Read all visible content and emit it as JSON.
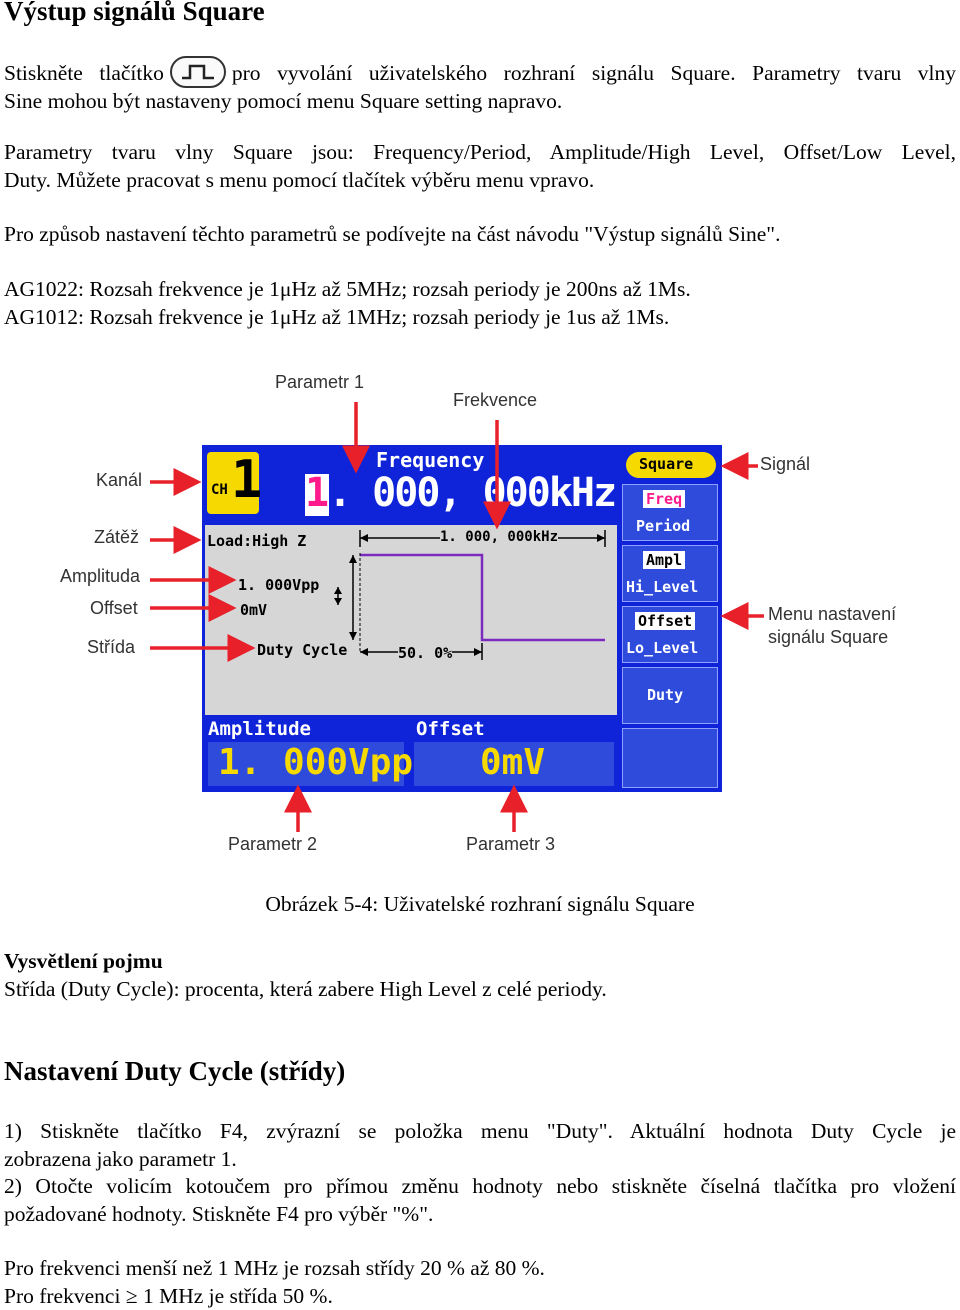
{
  "title": "Výstup signálů Square",
  "para1": {
    "before": "Stiskněte tlačítko",
    "after_line1": "pro vyvolání uživatelského rozhraní signálu Square. Parametry tvaru vlny",
    "line2": "Sine mohou být nastaveny pomocí menu Square setting napravo."
  },
  "para2": {
    "line1": "Parametry tvaru vlny Square jsou: Frequency/Period, Amplitude/High Level, Offset/Low Level,",
    "line2": "Duty. Můžete pracovat s menu pomocí tlačítek výběru menu vpravo."
  },
  "para3": "Pro způsob nastavení těchto parametrů se podívejte na část návodu \"Výstup signálů Sine\".",
  "para4": {
    "line1": "AG1022: Rozsah frekvence je 1μHz až 5MHz; rozsah periody je 200ns až 1Ms.",
    "line2": "AG1012: Rozsah frekvence je 1μHz až 1MHz; rozsah periody je 1us až 1Ms."
  },
  "figure": {
    "labels": {
      "parametr1": "Parametr 1",
      "frekvence": "Frekvence",
      "kanal": "Kanál",
      "zatez": "Zátěž",
      "amplituda": "Amplituda",
      "offset": "Offset",
      "strida": "Střída",
      "signal": "Signál",
      "menu_line1": "Menu nastavení",
      "menu_line2": "signálu Square",
      "parametr2": "Parametr 2",
      "parametr3": "Parametr 3"
    },
    "screen": {
      "ch_number": "1",
      "ch_label": "CH",
      "freq_title": "Frequency",
      "freq_first_digit": "1",
      "freq_rest": ". 000, 000kHz",
      "load": "Load:High Z",
      "period_readout": "1. 000, 000kHz",
      "amp_readout": "1. 000Vpp",
      "offset_readout": "0mV",
      "duty_label": "Duty Cycle",
      "duty_value": "50. 0%",
      "menu": {
        "signal": "Square",
        "freq": "Freq",
        "period": "Period",
        "ampl": "Ampl",
        "hi_level": "Hi_Level",
        "offset": "Offset",
        "lo_level": "Lo_Level",
        "duty": "Duty"
      },
      "param2_label": "Amplitude",
      "param2_value": "1. 000Vpp",
      "param3_label": "Offset",
      "param3_value": "0mV"
    },
    "caption": "Obrázek 5-4: Uživatelské rozhraní signálu Square",
    "colors": {
      "screen_bg": "#0f23d8",
      "accent_yellow": "#f5d900",
      "arrow_red": "#e8202a",
      "highlight_pink": "#ff1a8c"
    }
  },
  "term": {
    "heading": "Vysvětlení pojmu",
    "text": "Střída (Duty Cycle): procenta, která zabere High Level z celé periody."
  },
  "section2": {
    "heading": "Nastavení Duty Cycle (střídy)",
    "step1_line1": "1) Stiskněte tlačítko F4, zvýrazní se položka menu \"Duty\". Aktuální hodnota Duty Cycle je",
    "step1_line2": "zobrazena jako parametr 1.",
    "step2_line1": "2) Otočte volicím kotoučem pro přímou změnu hodnoty nebo stiskněte číselná tlačítka pro vložení",
    "step2_line2": "požadované hodnoty. Stiskněte F4 pro výběr \"%\".",
    "note1": "Pro frekvenci menší než 1 MHz je rozsah střídy 20 % až 80 %.",
    "note2": "Pro frekvenci ≥ 1 MHz je střída 50 %."
  }
}
